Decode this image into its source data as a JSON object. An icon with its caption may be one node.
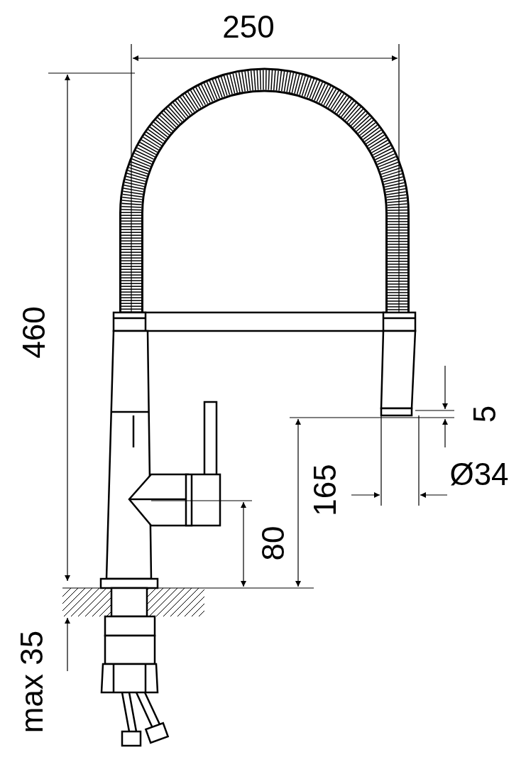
{
  "diagram": {
    "labels": [
      "250",
      "460",
      "5",
      "Ø34",
      "165",
      "80",
      "max 35"
    ]
  }
}
